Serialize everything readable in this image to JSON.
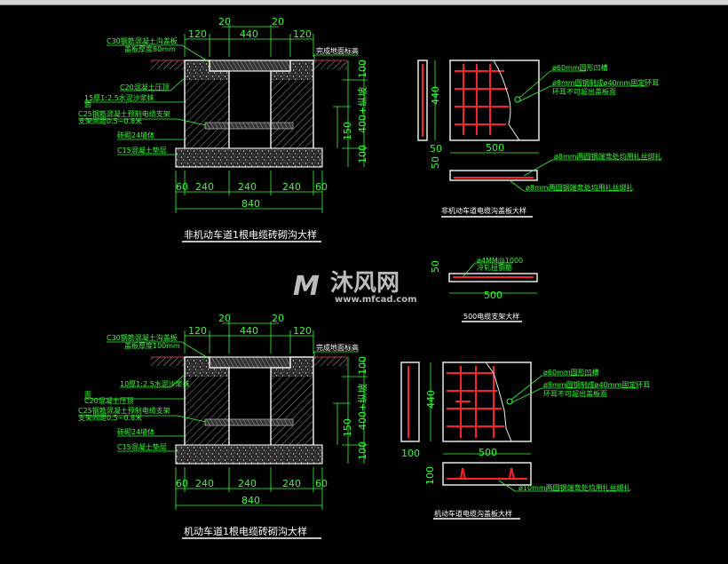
{
  "colors": {
    "background": "#000000",
    "dimension": "#33ff33",
    "outline": "#e8e8e8",
    "rebar": "#ff2222",
    "ground_hatch": "#cc3333"
  },
  "trenches": [
    {
      "title": "非机动车道1根电缆砖砌沟大样",
      "top_dims": [
        "120",
        "440",
        "120"
      ],
      "gap_dims": [
        "20",
        "20"
      ],
      "bottom_dims": [
        "60",
        "240",
        "240",
        "240",
        "60"
      ],
      "total": "840",
      "right_dims": [
        "100",
        "400+纵坡",
        "150",
        "100"
      ],
      "ground_label": "完成地面标高",
      "labels": [
        "C30钢筋混凝土沟盖板",
        "盖板厚度80mm",
        "C20混凝土压顶",
        "15厚1:2.5水泥沙浆抹",
        "面",
        "C25钢筋混凝土预制电缆支架",
        "支架间距0.5~0.8米",
        "砖砌24墙体",
        "C15混凝土垫层"
      ]
    },
    {
      "title": "机动车道1根电缆砖砌沟大样",
      "top_dims": [
        "120",
        "440",
        "120"
      ],
      "gap_dims": [
        "20",
        "20"
      ],
      "bottom_dims": [
        "60",
        "240",
        "240",
        "240",
        "60"
      ],
      "total": "840",
      "right_dims": [
        "100",
        "400+纵坡",
        "150",
        "100"
      ],
      "ground_label": "完成地面标高",
      "labels": [
        "C30钢筋混凝土沟盖板",
        "盖板厚度100mm",
        "10厚1:2.5水泥沙浆抹",
        "面",
        "C20混凝土压顶",
        "C25钢筋混凝土预制电缆支架",
        "支架间距0.5~0.8米",
        "砖砌24墙体",
        "C15混凝土垫层"
      ]
    }
  ],
  "cover_top": {
    "title": "非机动车道电缆沟盖板大样",
    "height": "440",
    "width": "500",
    "thick_side": "50",
    "thick_section": "50",
    "notes": [
      "ø60mm圆形凹槽",
      "ø8mm圆钢制成ø40mm固定环耳",
      "环耳不可超出盖板面",
      "ø8mm两圆钢端弯处均用扎丝绑扎",
      "ø8mm两圆钢端弯处均用扎丝绑扎"
    ]
  },
  "support": {
    "title": "500电缆支架大样",
    "width": "500",
    "height": "50",
    "note_line1": "ø4MM@1000",
    "note_line2": "冷轧扭钢筋"
  },
  "cover_bottom": {
    "title": "机动车道电缆沟盖板大样",
    "height": "440",
    "width": "500",
    "thick_side": "100",
    "thick_section": "100",
    "notes": [
      "ø60mm圆形凹槽",
      "ø8mm圆钢制成ø40mm固定环耳",
      "环耳不可超出盖板面",
      "ø10mm两圆钢端弯处均用扎丝绑扎"
    ]
  },
  "watermark": {
    "brand": "沐风网",
    "url": "www.mfcad.com"
  }
}
